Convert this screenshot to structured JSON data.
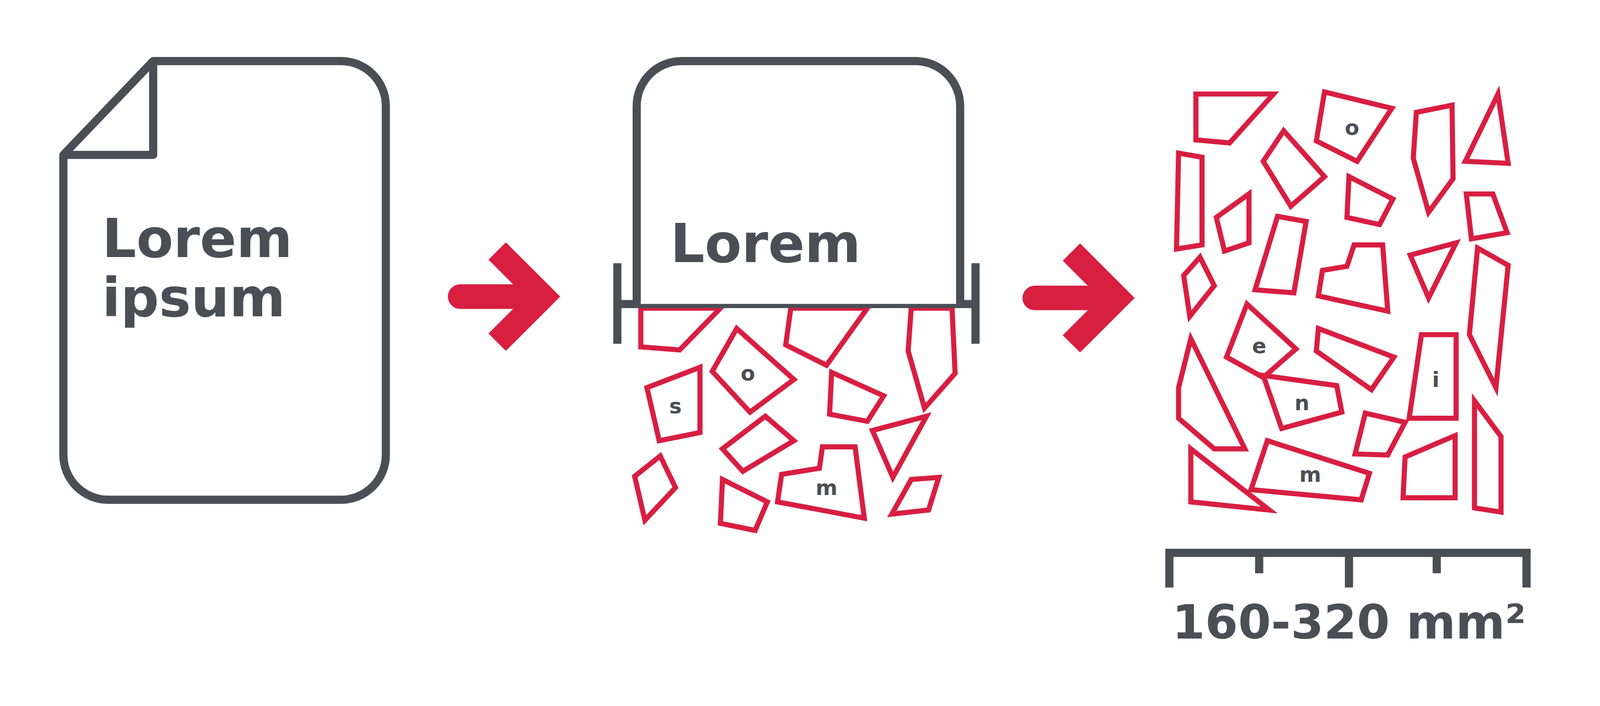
{
  "diagram": {
    "nodes": [
      {
        "text": [
          "Lorem ipsum"
        ]
      },
      {
        "text": [
          "Lorem"
        ]
      }
    ],
    "edges": [
      {
        "from": 0,
        "to": 1,
        "arrow": "to"
      }
    ],
    "labels": [
      "s",
      "o",
      "m",
      "o",
      "e",
      "n",
      "i",
      "m",
      "160-320 mm²"
    ]
  }
}
